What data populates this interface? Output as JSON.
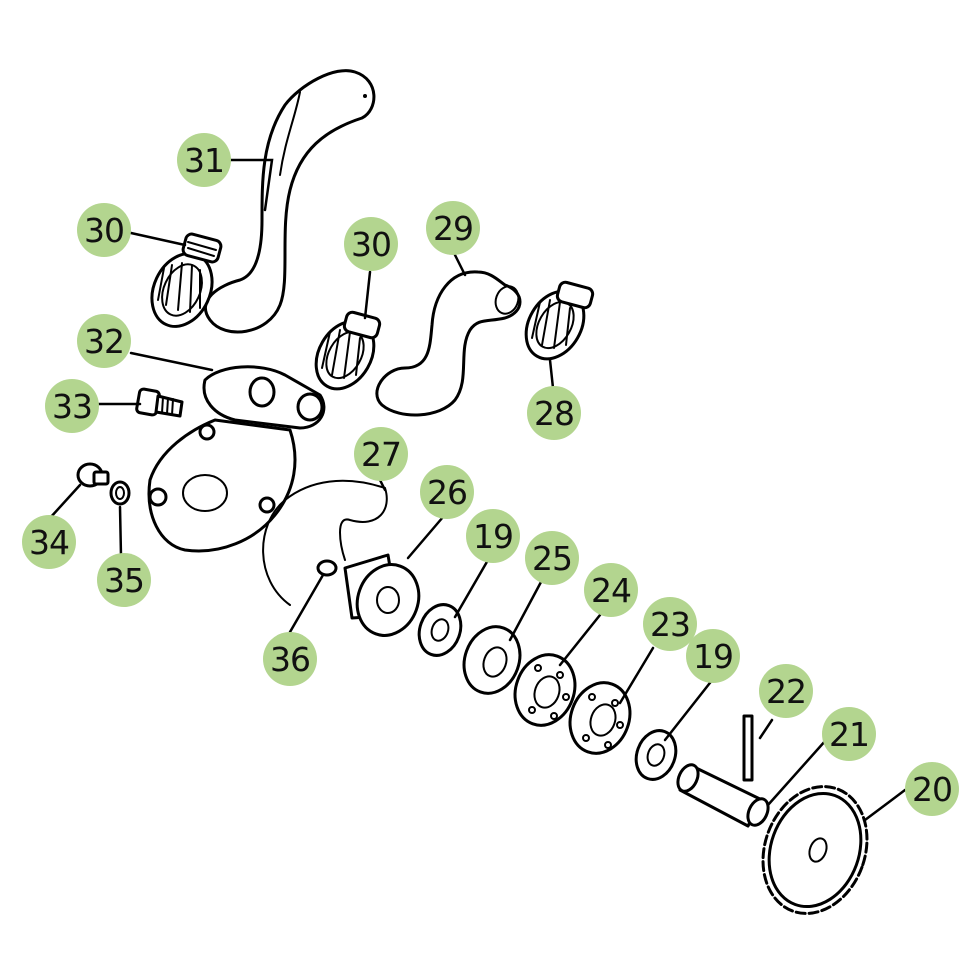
{
  "diagram": {
    "callout_color": "#b3d58f",
    "line_color": "#000000",
    "callouts": [
      {
        "id": "c31a",
        "label": "31"
      },
      {
        "id": "c30a",
        "label": "30"
      },
      {
        "id": "c30b",
        "label": "30"
      },
      {
        "id": "c29a",
        "label": "29"
      },
      {
        "id": "c32a",
        "label": "32"
      },
      {
        "id": "c28a",
        "label": "28"
      },
      {
        "id": "c33a",
        "label": "33"
      },
      {
        "id": "c27a",
        "label": "27"
      },
      {
        "id": "c26a",
        "label": "26"
      },
      {
        "id": "c19a",
        "label": "19"
      },
      {
        "id": "c25a",
        "label": "25"
      },
      {
        "id": "c24a",
        "label": "24"
      },
      {
        "id": "c34a",
        "label": "34"
      },
      {
        "id": "c35a",
        "label": "35"
      },
      {
        "id": "c23a",
        "label": "23"
      },
      {
        "id": "c36a",
        "label": "36"
      },
      {
        "id": "c19b",
        "label": "19"
      },
      {
        "id": "c22a",
        "label": "22"
      },
      {
        "id": "c21a",
        "label": "21"
      },
      {
        "id": "c20a",
        "label": "20"
      }
    ]
  }
}
